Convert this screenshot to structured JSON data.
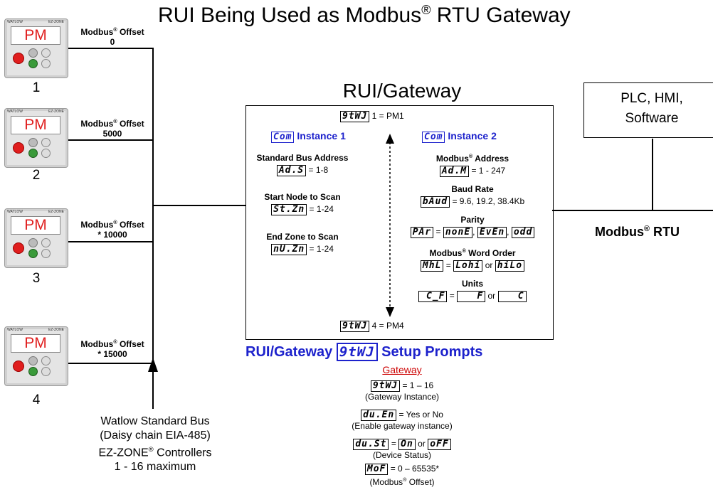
{
  "title": "RUI Being Used as Modbus® RTU  Gateway",
  "controller": {
    "display": "PM",
    "brand": "WATLOW",
    "model": "EZ-ZONE"
  },
  "controllers": [
    {
      "number": "1",
      "offset_label": "Modbus® Offset",
      "offset_value": "0"
    },
    {
      "number": "2",
      "offset_label": "Modbus® Offset",
      "offset_value": "5000"
    },
    {
      "number": "3",
      "offset_label": "Modbus® Offset",
      "offset_value": "* 10000"
    },
    {
      "number": "4",
      "offset_label": "Modbus® Offset",
      "offset_value": "* 15000"
    }
  ],
  "bus_caption": {
    "line1": "Watlow Standard Bus",
    "line2": "(Daisy chain EIA-485)",
    "line3": "EZ-ZONE® Controllers",
    "line4": "1 - 16 maximum"
  },
  "gateway": {
    "title": "RUI/Gateway",
    "top_prompt": "9tWJ",
    "top_text": "1 = PM1",
    "bottom_prompt": "9tWJ",
    "bottom_text": "4 = PM4",
    "instance1": {
      "prompt": "Com",
      "heading": "Instance 1",
      "items": [
        {
          "label": "Standard Bus Address",
          "prompt": "Ad.S",
          "value": "= 1-8"
        },
        {
          "label": "Start Node to Scan",
          "prompt": "St.Zn",
          "value": "= 1-24"
        },
        {
          "label": "End Zone to Scan",
          "prompt": "nU.Zn",
          "value": "= 1-24"
        }
      ]
    },
    "instance2": {
      "prompt": "Com",
      "heading": "Instance 2",
      "modbus_address_label": "Modbus® Address",
      "modbus_address_prompt": "Ad.M",
      "modbus_address_value": "= 1 - 247",
      "baud_label": "Baud Rate",
      "baud_prompt": "bAud",
      "baud_value": "= 9.6, 19.2, 38.4Kb",
      "parity_label": "Parity",
      "parity_prompt": "PAr",
      "parity_options": [
        "nonE",
        "EvEn",
        "odd"
      ],
      "word_order_label": "Modbus® Word Order",
      "word_order_prompt": "MhL",
      "word_order_options": [
        "Lohi",
        "hiLo"
      ],
      "or_text": "or",
      "units_label": "Units",
      "units_prompt": "C_F",
      "units_options": [
        "F",
        "C"
      ]
    }
  },
  "plc": {
    "line1": "PLC, HMI,",
    "line2": "Software"
  },
  "modbus_rtu": "Modbus® RTU",
  "setup": {
    "title_left": "RUI/Gateway",
    "title_prompt": "9tWJ",
    "title_right": "Setup Prompts",
    "section": "Gateway",
    "items": [
      {
        "prompt": "9tWJ",
        "value": "= 1 – 16",
        "caption": "(Gateway Instance)"
      },
      {
        "prompt": "du.En",
        "value": "= Yes or No",
        "caption": "(Enable gateway instance)"
      },
      {
        "prompt": "du.St",
        "value": "=",
        "opt1": "On",
        "or": "or",
        "opt2": "oFF",
        "caption": "(Device Status)"
      },
      {
        "prompt": "MoF",
        "value": "= 0 – 65535*",
        "caption": "(Modbus® Offset)"
      }
    ]
  },
  "colors": {
    "blue": "#1d22cc",
    "red": "#e01e1e",
    "underline_red": "#cc0000"
  }
}
